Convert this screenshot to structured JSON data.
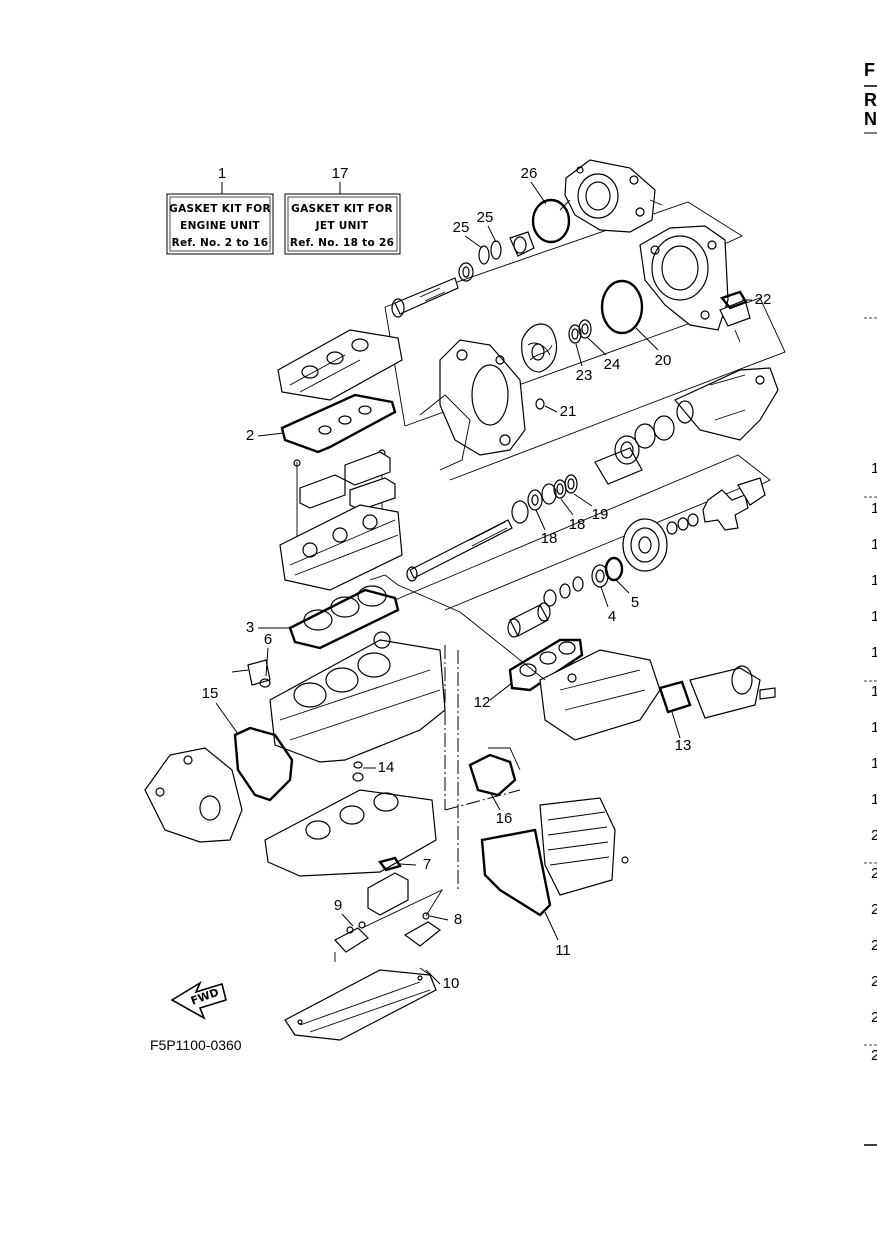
{
  "kits": [
    {
      "ref": "1",
      "line1": "GASKET KIT FOR",
      "line2": "ENGINE UNIT",
      "line3": "Ref. No. 2 to 16"
    },
    {
      "ref": "17",
      "line1": "GASKET KIT FOR",
      "line2": "JET UNIT",
      "line3": "Ref. No. 18 to 26"
    }
  ],
  "callouts": [
    "2",
    "3",
    "4",
    "5",
    "6",
    "7",
    "8",
    "9",
    "10",
    "11",
    "12",
    "13",
    "14",
    "15",
    "16",
    "18",
    "18",
    "19",
    "20",
    "21",
    "22",
    "23",
    "24",
    "25",
    "25",
    "26"
  ],
  "fwd_label": "FWD",
  "figure_code": "F5P1100-0360",
  "edge": {
    "top_letters": [
      "F",
      "R",
      "N"
    ],
    "digits": [
      "1",
      "1",
      "1",
      "1",
      "1",
      "1",
      "1",
      "1",
      "1",
      "1",
      "2",
      "2",
      "2",
      "2",
      "2",
      "2",
      "2"
    ]
  }
}
